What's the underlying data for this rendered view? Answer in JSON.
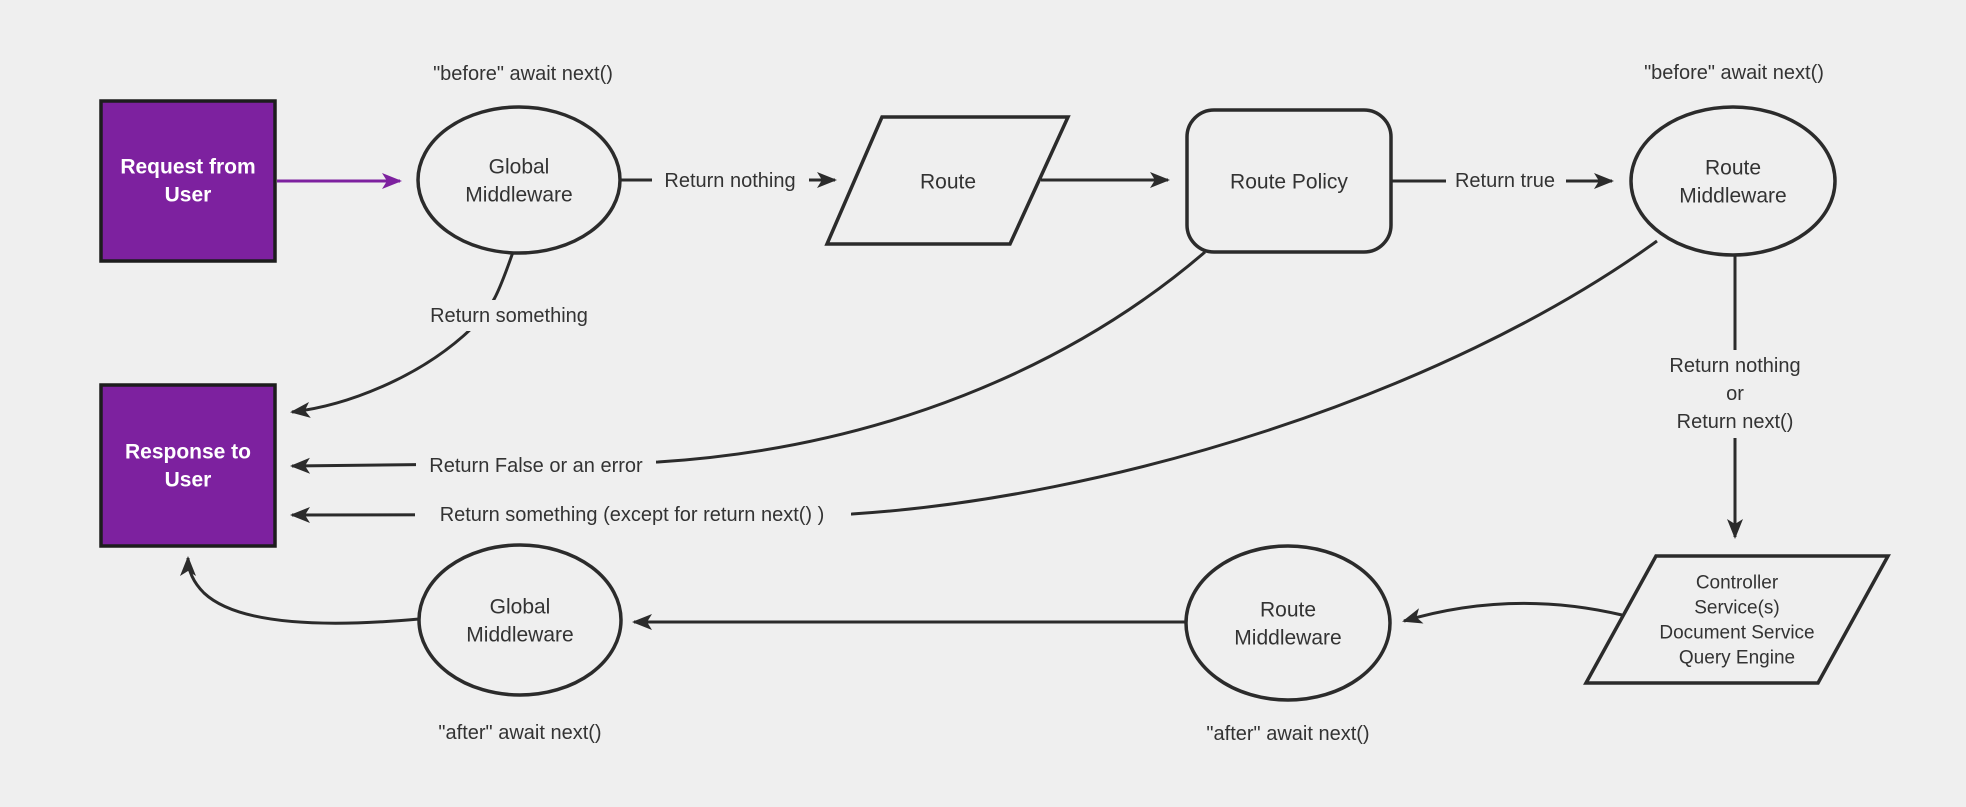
{
  "colors": {
    "background": "#efefef",
    "node_fill": "#efefef",
    "line": "#2b2b2b",
    "accent_purple": "#7d219f",
    "accent_border": "#1d1d1d",
    "text_dark": "#333333",
    "text_light": "#ffffff"
  },
  "nodes": {
    "request_from_user": {
      "shape": "rectangle",
      "lines": [
        "Request from",
        "User"
      ]
    },
    "global_middleware_top": {
      "shape": "ellipse",
      "lines": [
        "Global",
        "Middleware"
      ]
    },
    "route": {
      "shape": "parallelogram",
      "lines": [
        "Route"
      ]
    },
    "route_policy": {
      "shape": "rounded-rectangle",
      "lines": [
        "Route Policy"
      ]
    },
    "route_middleware_top": {
      "shape": "ellipse",
      "lines": [
        "Route",
        "Middleware"
      ]
    },
    "controller_services": {
      "shape": "parallelogram",
      "lines": [
        "Controller",
        "Service(s)",
        "Document Service",
        "Query Engine"
      ]
    },
    "route_middleware_bottom": {
      "shape": "ellipse",
      "lines": [
        "Route",
        "Middleware"
      ]
    },
    "global_middleware_bottom": {
      "shape": "ellipse",
      "lines": [
        "Global",
        "Middleware"
      ]
    },
    "response_to_user": {
      "shape": "rectangle",
      "lines": [
        "Response to",
        "User"
      ]
    }
  },
  "edge_labels": {
    "return_nothing": "Return nothing",
    "return_true": "Return true",
    "return_something": "Return something",
    "return_false_or_error": "Return False or an error",
    "return_something_except": "Return something (except for return next() )",
    "return_nothing_or_next": [
      "Return nothing",
      "or",
      "Return next()"
    ]
  },
  "annotations": {
    "global_middleware_before": "\"before\" await next()",
    "route_middleware_before": "\"before\" await next()",
    "global_middleware_after": "\"after\" await next()",
    "route_middleware_after": "\"after\" await next()"
  }
}
